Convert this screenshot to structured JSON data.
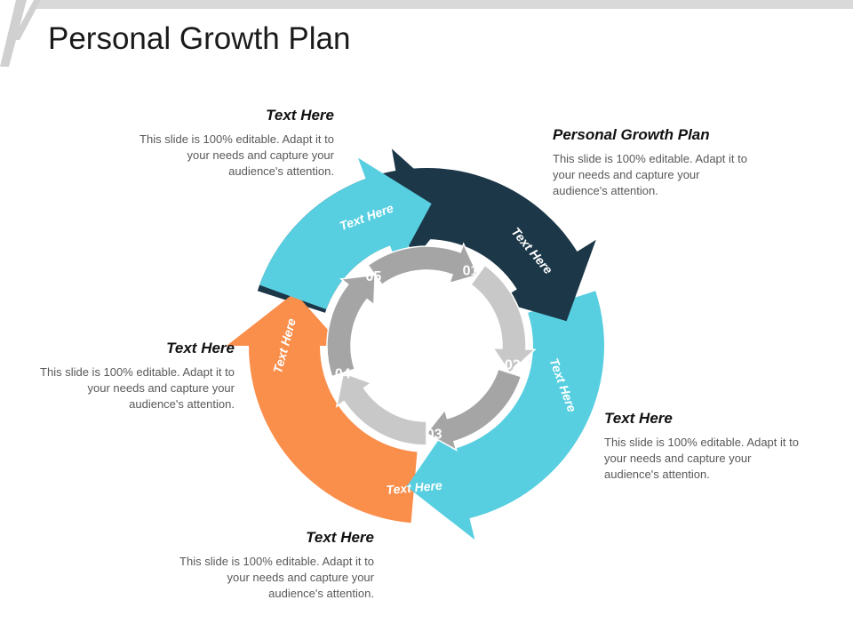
{
  "title": "Personal Growth Plan",
  "colors": {
    "light_blue": "#57cfe0",
    "dark_navy": "#1c3748",
    "orange": "#fa8e4b",
    "gray_light": "#c8c8c8",
    "gray_dark": "#a5a5a5"
  },
  "ring_labels": [
    "Text Here",
    "Text Here",
    "Text Here",
    "Text Here",
    "Text Here"
  ],
  "inner_numbers": [
    "01",
    "02",
    "03",
    "04",
    "05"
  ],
  "callouts": [
    {
      "title": "Text Here",
      "body": "This slide is 100% editable. Adapt it to your needs and capture your audience's attention."
    },
    {
      "title": "Personal Growth Plan",
      "body": "This slide is 100% editable. Adapt it to your needs and capture your audience's attention."
    },
    {
      "title": "Text Here",
      "body": "This slide is 100% editable. Adapt it to your needs and capture your audience's attention."
    },
    {
      "title": "Text Here",
      "body": "This slide is 100% editable. Adapt it to your needs and capture your audience's attention."
    },
    {
      "title": "Text Here",
      "body": "This slide is 100% editable. Adapt it to your needs and capture your audience's attention."
    }
  ]
}
